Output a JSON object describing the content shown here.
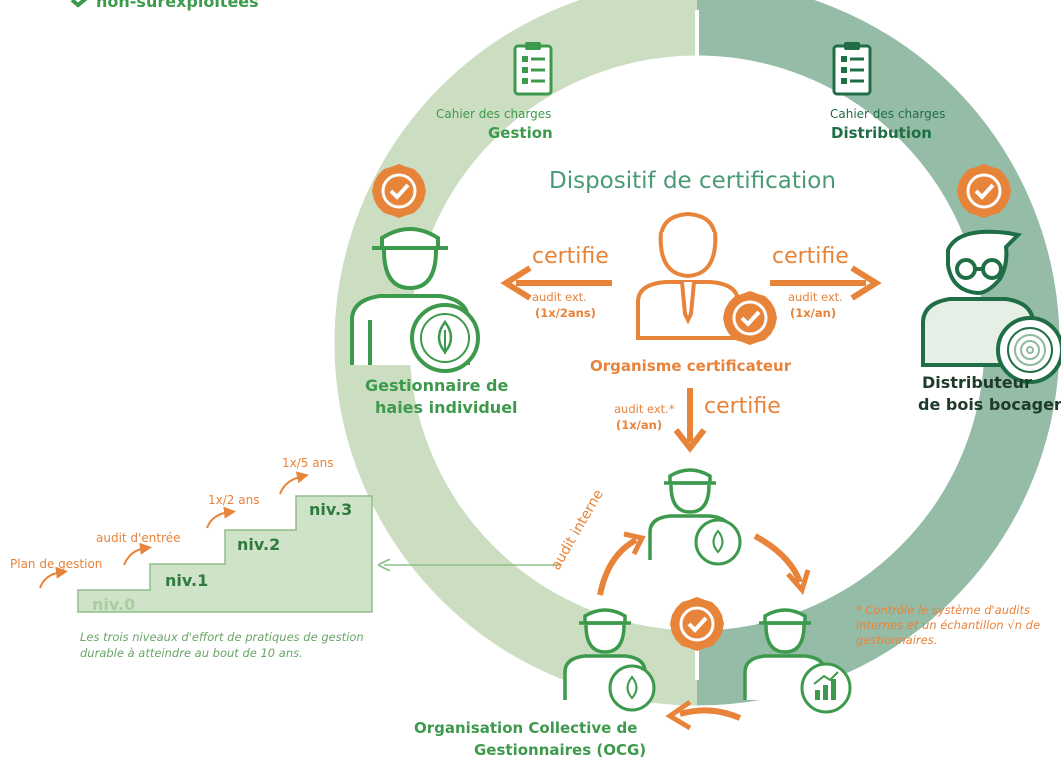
{
  "header_fragment": "non-surexploitées",
  "center_title": "Dispositif de certification",
  "charter_left": {
    "caption": "Cahier des charges",
    "name": "Gestion"
  },
  "charter_right": {
    "caption": "Cahier des charges",
    "name": "Distribution"
  },
  "certifier": {
    "label": "Organisme certificateur"
  },
  "arrow_left": {
    "verb": "certifie",
    "audit": "audit ext.",
    "freq": "(1x/2ans)"
  },
  "arrow_right": {
    "verb": "certifie",
    "audit": "audit ext.",
    "freq": "(1x/an)"
  },
  "arrow_down": {
    "verb": "certifie",
    "audit": "audit ext.*",
    "freq": "(1x/an)"
  },
  "manager_individual": {
    "line1": "Gestionnaire de",
    "line2": "haies individuel"
  },
  "distributor": {
    "line1": "Distributeur",
    "line2": "de bois bocager"
  },
  "ocg": {
    "line1": "Organisation Collective de",
    "line2": "Gestionnaires (OCG)",
    "internal_audit": "audit interne"
  },
  "footnote": {
    "line1": "* Contrôle le système d'audits",
    "line2": "internes et un échantillon √n de",
    "line3": "gestionnaires."
  },
  "stairs": {
    "steps": [
      "niv.0",
      "niv.1",
      "niv.2",
      "niv.3"
    ],
    "transitions": [
      "Plan de gestion",
      "audit d'entrée",
      "1x/2 ans",
      "1x/5 ans"
    ],
    "caption_line1": "Les trois niveaux d'effort de pratiques de gestion",
    "caption_line2": "durable à atteindre au bout de 10 ans."
  },
  "colors": {
    "green": "#3d9a4c",
    "orange": "#e8833a",
    "ring_left": "#c9dcbf",
    "ring_right": "#8fb8a2",
    "center_title": "#4a9a76",
    "dark_green": "#1e3a2a"
  },
  "icons": [
    "clipboard-icon",
    "certified-badge-icon",
    "person-cap-icon",
    "leaf-icon",
    "person-glasses-icon",
    "fingerprint-icon",
    "person-tie-icon",
    "growth-chart-icon"
  ]
}
